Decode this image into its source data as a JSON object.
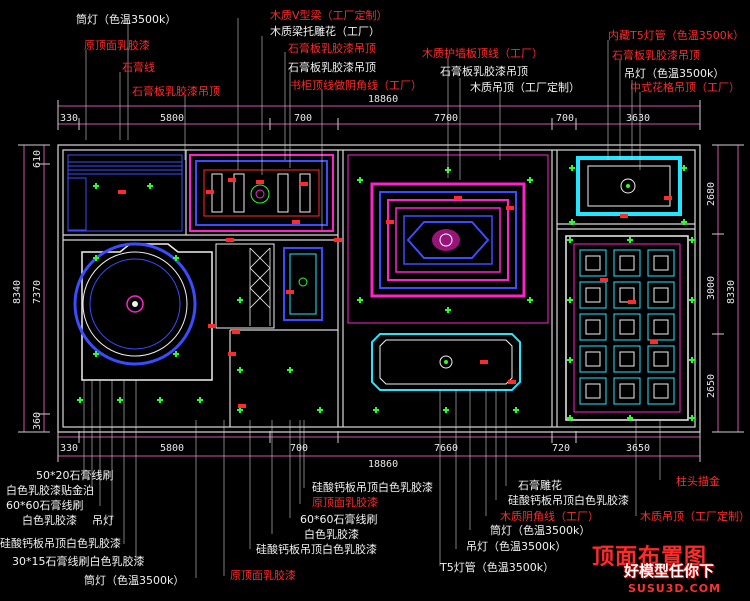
{
  "colors": {
    "background": "#000000",
    "wall": "#d8d8d8",
    "label_white": "#f2f2f2",
    "label_red": "#ff2a2a",
    "magenta": "#ff22cc",
    "blue": "#3a4cff",
    "cyan": "#22e6ff",
    "green_marker": "#29ff29",
    "dim_line": "#cc55aa"
  },
  "title": "顶面布置图",
  "watermark": {
    "brand": "好模型任你下",
    "site": "SUSU3D.COM"
  },
  "dimensions": {
    "top_total": "18860",
    "top_segments": [
      "330",
      "5800",
      "700",
      "7700",
      "700",
      "3630"
    ],
    "bottom_total": "18860",
    "bottom_segments": [
      "330",
      "5800",
      "700",
      "7660",
      "720",
      "3650"
    ],
    "left_total": "8340",
    "left_segments": [
      "610",
      "7370",
      "360"
    ],
    "right_total": "8330",
    "right_segments": [
      "2680",
      "3000",
      "2650"
    ]
  },
  "labels_top": [
    {
      "text": "筒灯（色温3500k）",
      "color": "white"
    },
    {
      "text": "原顶面乳胶漆",
      "color": "red"
    },
    {
      "text": "石膏线",
      "color": "red"
    },
    {
      "text": "石膏板乳胶漆吊顶",
      "color": "red"
    },
    {
      "text": "木质V型梁（工厂定制）",
      "color": "red"
    },
    {
      "text": "木质梁托雕花（工厂）",
      "color": "white"
    },
    {
      "text": "石膏板乳胶漆吊顶",
      "color": "red"
    },
    {
      "text": "石膏板乳胶漆吊顶",
      "color": "white"
    },
    {
      "text": "书柜顶线做阴角线（工厂）",
      "color": "red"
    },
    {
      "text": "木质护墙板顶线（工厂）",
      "color": "red"
    },
    {
      "text": "石膏板乳胶漆吊顶",
      "color": "white"
    },
    {
      "text": "木质吊顶（工厂定制）",
      "color": "white"
    },
    {
      "text": "内藏T5灯管（色温3500k）",
      "color": "red"
    },
    {
      "text": "石膏板乳胶漆吊顶",
      "color": "red"
    },
    {
      "text": "吊灯（色温3500k）",
      "color": "white"
    },
    {
      "text": "中式花格吊顶（工厂）",
      "color": "red"
    }
  ],
  "labels_bottom": [
    {
      "text": "50*20石膏线刷",
      "color": "white"
    },
    {
      "text": "白色乳胶漆贴金泊",
      "color": "white"
    },
    {
      "text": "60*60石膏线刷",
      "color": "white"
    },
    {
      "text": "白色乳胶漆",
      "color": "white"
    },
    {
      "text": "吊灯",
      "color": "white"
    },
    {
      "text": "硅酸钙板吊顶白色乳胶漆",
      "color": "white"
    },
    {
      "text": "30*15石膏线刷白色乳胶漆",
      "color": "white"
    },
    {
      "text": "筒灯（色温3500k）",
      "color": "white"
    },
    {
      "text": "原顶面乳胶漆",
      "color": "red"
    },
    {
      "text": "硅酸钙板吊顶白色乳胶漆",
      "color": "white"
    },
    {
      "text": "原顶面乳胶漆",
      "color": "red"
    },
    {
      "text": "60*60石膏线刷",
      "color": "white"
    },
    {
      "text": "白色乳胶漆",
      "color": "white"
    },
    {
      "text": "硅酸钙板吊顶白色乳胶漆",
      "color": "white"
    },
    {
      "text": "石膏雕花",
      "color": "white"
    },
    {
      "text": "硅酸钙板吊顶白色乳胶漆",
      "color": "white"
    },
    {
      "text": "木质阴角线（工厂）",
      "color": "red"
    },
    {
      "text": "筒灯（色温3500k）",
      "color": "white"
    },
    {
      "text": "吊灯（色温3500k）",
      "color": "white"
    },
    {
      "text": "T5灯管（色温3500k）",
      "color": "white"
    },
    {
      "text": "柱头描金",
      "color": "red"
    },
    {
      "text": "木质吊顶（工厂定制）",
      "color": "red"
    }
  ]
}
